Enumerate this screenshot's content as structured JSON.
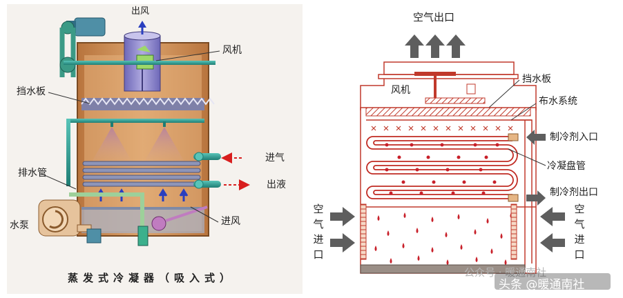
{
  "left_diagram": {
    "caption": "蒸发式冷凝器（吸入式）",
    "labels": {
      "outlet_air": "出风",
      "fan": "风机",
      "baffle": "挡水板",
      "drain_pipe": "排水管",
      "pump": "水泵",
      "gas_in": "进气",
      "liquid_out": "出液",
      "air_in": "进风"
    }
  },
  "right_diagram": {
    "labels": {
      "air_outlet": "空气出口",
      "fan": "风机",
      "baffle": "挡水板",
      "water_distribution": "布水系统",
      "refrigerant_inlet": "制冷剂入口",
      "condensing_coil": "冷凝盘管",
      "refrigerant_outlet": "制冷剂出口",
      "air_inlet_left": "空气进口",
      "air_inlet_right": "空气进口"
    }
  },
  "watermark": {
    "wechat": "公众号 · 暖通南社",
    "toutiao": "头条 @暖通南社"
  },
  "colors": {
    "casing": "#c9874f",
    "casing_light": "#e8b685",
    "pipe": "#2b9b91",
    "fan_housing": "#8a84c8",
    "arrow_blue": "#2a3fbf",
    "arrow_red": "#d81e1e",
    "coil_red": "#c02a22",
    "drop_red": "#c8202a",
    "arrow_grey": "#5e5e5e"
  }
}
